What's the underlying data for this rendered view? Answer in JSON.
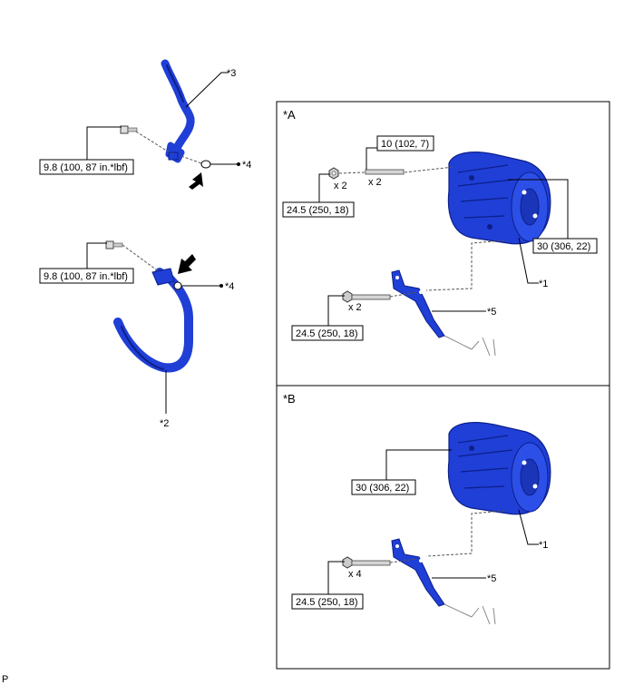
{
  "colors": {
    "part_blue": "#1f3fd6",
    "part_dark": "#0e1f8a",
    "frame": "#000000"
  },
  "callouts": {
    "c1_top": "*1",
    "c1_bottom": "*1",
    "c2": "*2",
    "c3": "*3",
    "c4_top": "*4",
    "c4_mid": "*4",
    "c5_top": "*5",
    "c5_bottom": "*5"
  },
  "panels": {
    "a": {
      "label": "*A"
    },
    "b": {
      "label": "*B"
    }
  },
  "torque": {
    "hose_upper": "9.8 (100, 87 in.*lbf)",
    "hose_lower": "9.8 (100, 87 in.*lbf)",
    "a_nut": "24.5 (250, 18)",
    "a_stud": "10 (102, 7)",
    "a_compressor": "30 (306, 22)",
    "a_bracket": "24.5 (250, 18)",
    "b_compressor": "30 (306, 22)",
    "b_bracket": "24.5 (250, 18)"
  },
  "quantities": {
    "a_nut": "x 2",
    "a_stud": "x 2",
    "a_bracket": "x 2",
    "b_bracket": "x 4"
  },
  "footer": {
    "code": "P"
  },
  "icons": [
    "arrow-icon",
    "o-ring-icon",
    "bolt-icon",
    "nut-icon",
    "stud-icon"
  ]
}
